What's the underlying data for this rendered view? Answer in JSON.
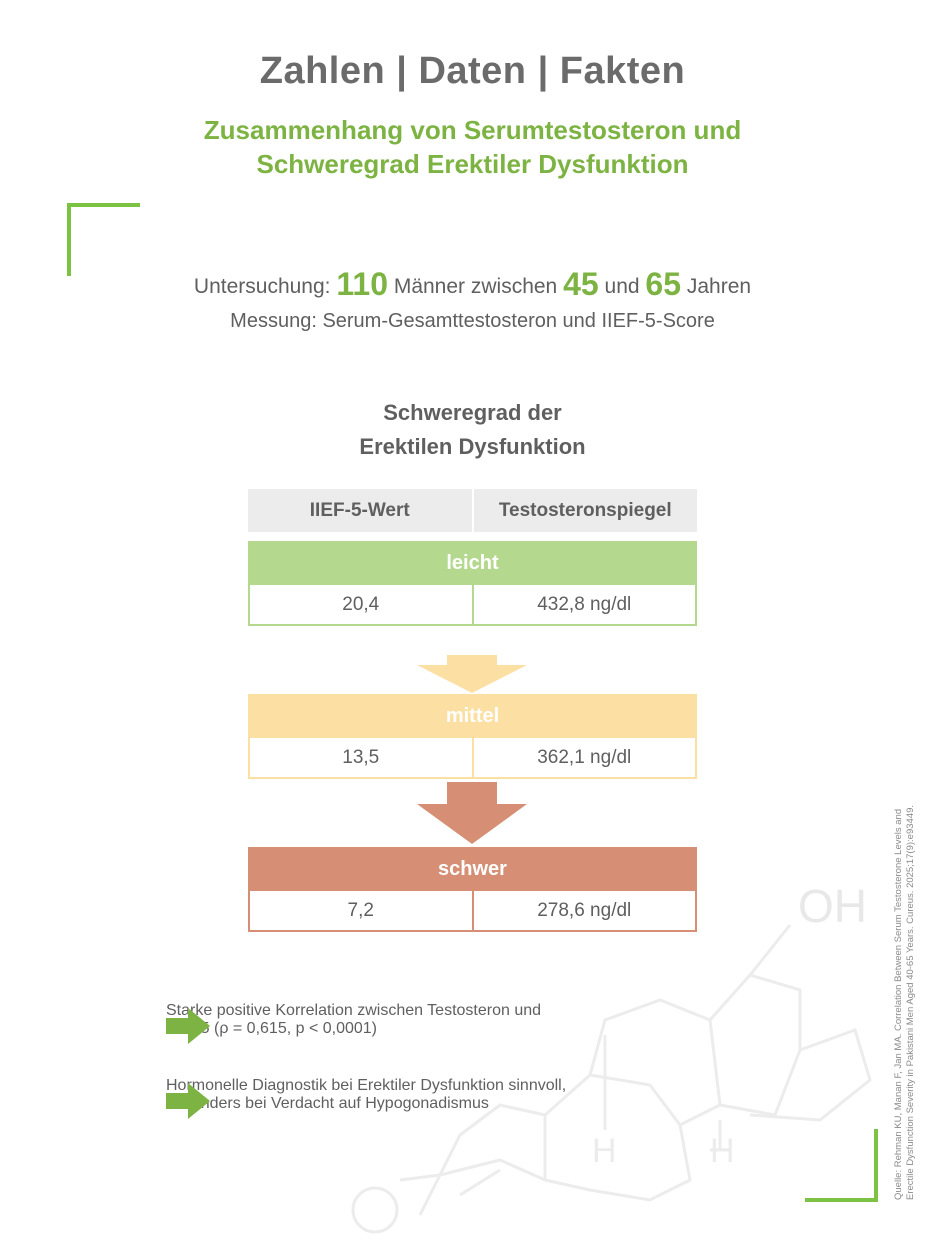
{
  "header": {
    "title": "Zahlen | Daten | Fakten",
    "subtitle_line1": "Zusammenhang von Serumtestosteron und",
    "subtitle_line2": "Schweregrad Erektiler Dysfunktion"
  },
  "study": {
    "prefix": "Untersuchung:",
    "count": "110",
    "men_between": "Männer zwischen",
    "age_min": "45",
    "and": "und",
    "age_max": "65",
    "years": "Jahren",
    "measurement": "Messung: Serum-Gesamttestosteron und IIEF-5-Score"
  },
  "severity": {
    "title_line1": "Schweregrad der",
    "title_line2": "Erektilen Dysfunktion",
    "col_iief": "IIEF-5-Wert",
    "col_testo": "Testosteronspiegel",
    "levels": [
      {
        "label": "leicht",
        "iief": "20,4",
        "testo": "432,8 ng/dl",
        "color": "#b5d88f"
      },
      {
        "label": "mittel",
        "iief": "13,5",
        "testo": "362,1 ng/dl",
        "color": "#fbdfa3"
      },
      {
        "label": "schwer",
        "iief": "7,2",
        "testo": "278,6 ng/dl",
        "color": "#d68f75"
      }
    ]
  },
  "bullets": [
    {
      "line1": "Starke positive Korrelation zwischen Testosteron und",
      "line2": "IIEF-5 (ρ = 0,615, p < 0,0001)"
    },
    {
      "line1": "Hormonelle Diagnostik bei Erektiler Dysfunktion sinnvoll,",
      "line2": "besonders bei Verdacht auf Hypogonadismus"
    }
  ],
  "source": {
    "line1": "Quelle: Rehman KU, Manan F, Jan MA. Correlation Between Serum Testosterone Levels and",
    "line2": "Erectile Dysfunction Severity in Pakistani Men Aged 40-65 Years. Cureus. 2025;17(9):e93449."
  },
  "colors": {
    "accent_green": "#7cb342",
    "corner_green": "#7cc243",
    "text_gray": "#5f5f5f"
  },
  "watermark": {
    "oh_label": "OH"
  }
}
